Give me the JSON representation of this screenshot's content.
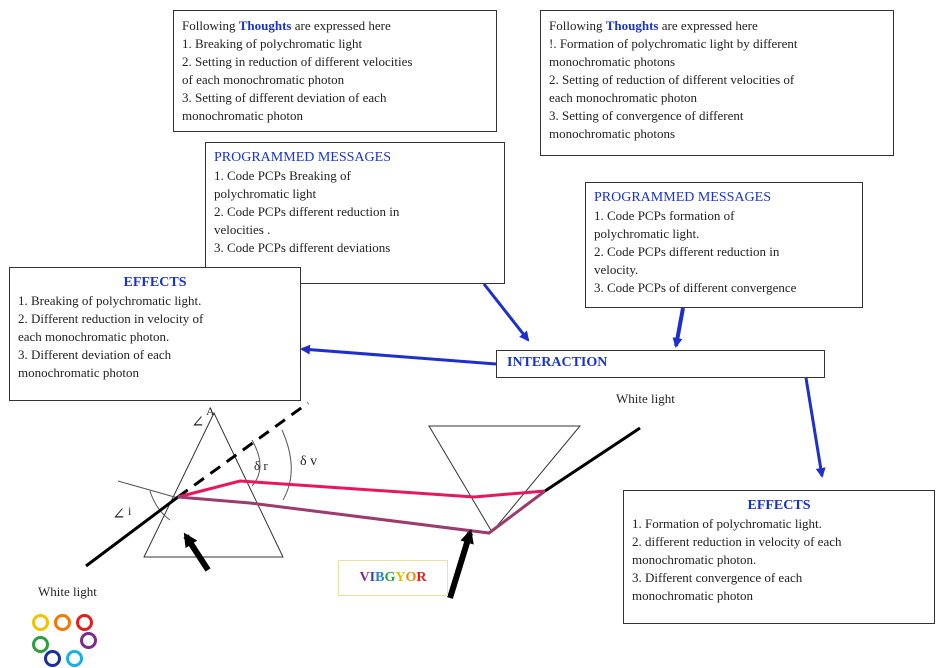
{
  "thoughts_left": {
    "prefix": "Following ",
    "keyword": "Thoughts",
    "suffix": " are expressed here",
    "lines": [
      "1. Breaking of polychromatic light",
      "2. Setting in reduction of different velocities",
      "of each monochromatic photon",
      "3. Setting of different deviation of each",
      "monochromatic photon"
    ]
  },
  "thoughts_right": {
    "prefix": "Following ",
    "keyword": "Thoughts",
    "suffix": " are expressed here",
    "lines": [
      "!. Formation of polychromatic light by different",
      "monochromatic photons",
      "2. Setting of reduction of different velocities of",
      "each monochromatic photon",
      "3. Setting of convergence of different",
      "monochromatic photons"
    ]
  },
  "messages_left": {
    "heading": "PROGRAMMED MESSAGES",
    "lines": [
      "1. Code PCPs  Breaking of",
      "polychromatic  light",
      "2. Code PCPs different reduction in",
      "velocities .",
      "3. Code PCPs different deviations"
    ]
  },
  "messages_right": {
    "heading": "PROGRAMMED MESSAGES",
    "lines": [
      "1. Code PCPs formation of",
      "polychromatic light.",
      "2. Code PCPs different reduction in",
      "velocity.",
      "3. Code PCPs of different convergence"
    ]
  },
  "effects_left": {
    "heading": "EFFECTS",
    "lines": [
      "1. Breaking of polychromatic light.",
      "2. Different reduction in velocity of",
      "each monochromatic photon.",
      "3. Different deviation of each",
      "monochromatic photon"
    ]
  },
  "effects_right": {
    "heading": "EFFECTS",
    "lines": [
      "1. Formation of polychromatic light.",
      "2. different reduction in velocity of each",
      "monochromatic photon.",
      "3. Different convergence of each",
      "monochromatic photon"
    ]
  },
  "interaction": "INTERACTION",
  "white_light_left": "White light",
  "white_light_right": "White light",
  "vibgyor": {
    "letters": [
      "V",
      "I",
      "B",
      "G",
      "Y",
      "O",
      "R"
    ],
    "colors": [
      "#7b2c8f",
      "#3b3fb0",
      "#2a7fd0",
      "#2e9e3e",
      "#d8c200",
      "#f08a00",
      "#e0201b"
    ]
  },
  "annotations": {
    "apex": "A",
    "angle_i": "i",
    "delta_r": "δ r",
    "delta_v": "δ v"
  },
  "ring_colors": [
    "#f2c200",
    "#f07800",
    "#e02020",
    "#2e9e3e",
    "#7b2c8f",
    "#1a2ea0",
    "#18b0e0"
  ],
  "colors": {
    "accent_blue": "#1a33cc",
    "arrow_blue": "#1f2fcc",
    "ray_red": "#e8175d",
    "ray_violet": "#9b3b6e"
  }
}
